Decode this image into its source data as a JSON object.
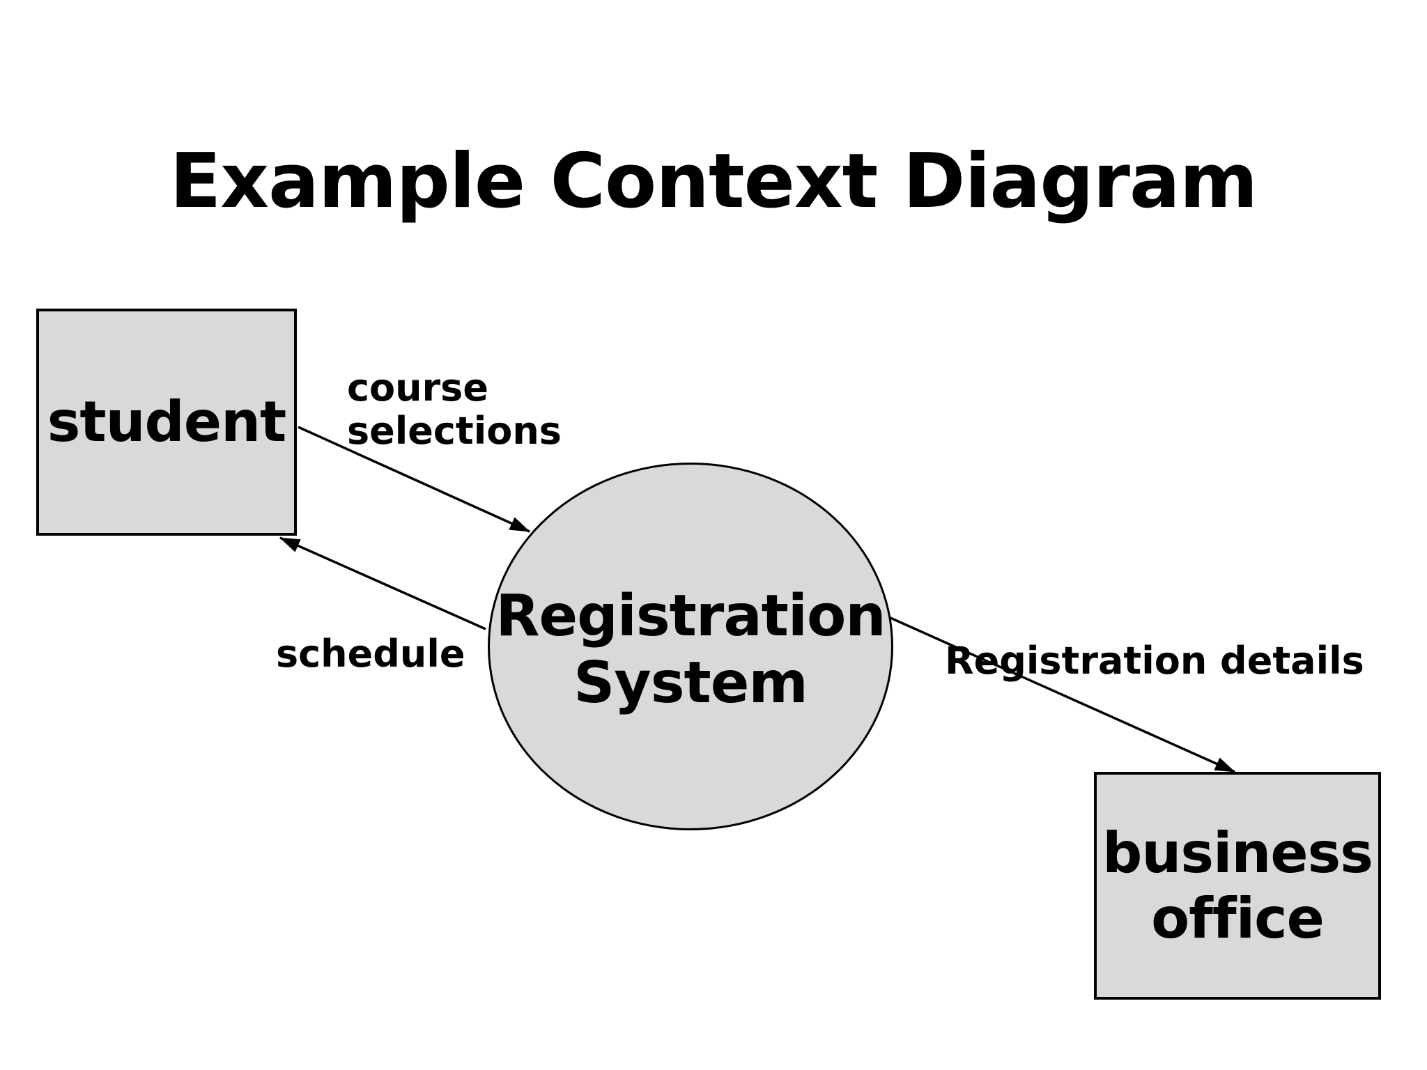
{
  "title": "Example Context Diagram",
  "colors": {
    "background": "#ffffff",
    "shape_fill": "#d9d9d9",
    "shape_stroke": "#000000",
    "arrow": "#000000",
    "text": "#000000"
  },
  "nodes": {
    "student": {
      "label": "student"
    },
    "registration_system": {
      "line1": "Registration",
      "line2": "System"
    },
    "business_office": {
      "line1": "business",
      "line2": "office"
    }
  },
  "flows": {
    "course_selections": {
      "line1": "course",
      "line2": "selections",
      "from": "student",
      "to": "registration_system"
    },
    "schedule": {
      "label": "schedule",
      "from": "registration_system",
      "to": "student"
    },
    "registration_details": {
      "label": "Registration details",
      "from": "registration_system",
      "to": "business_office"
    }
  }
}
